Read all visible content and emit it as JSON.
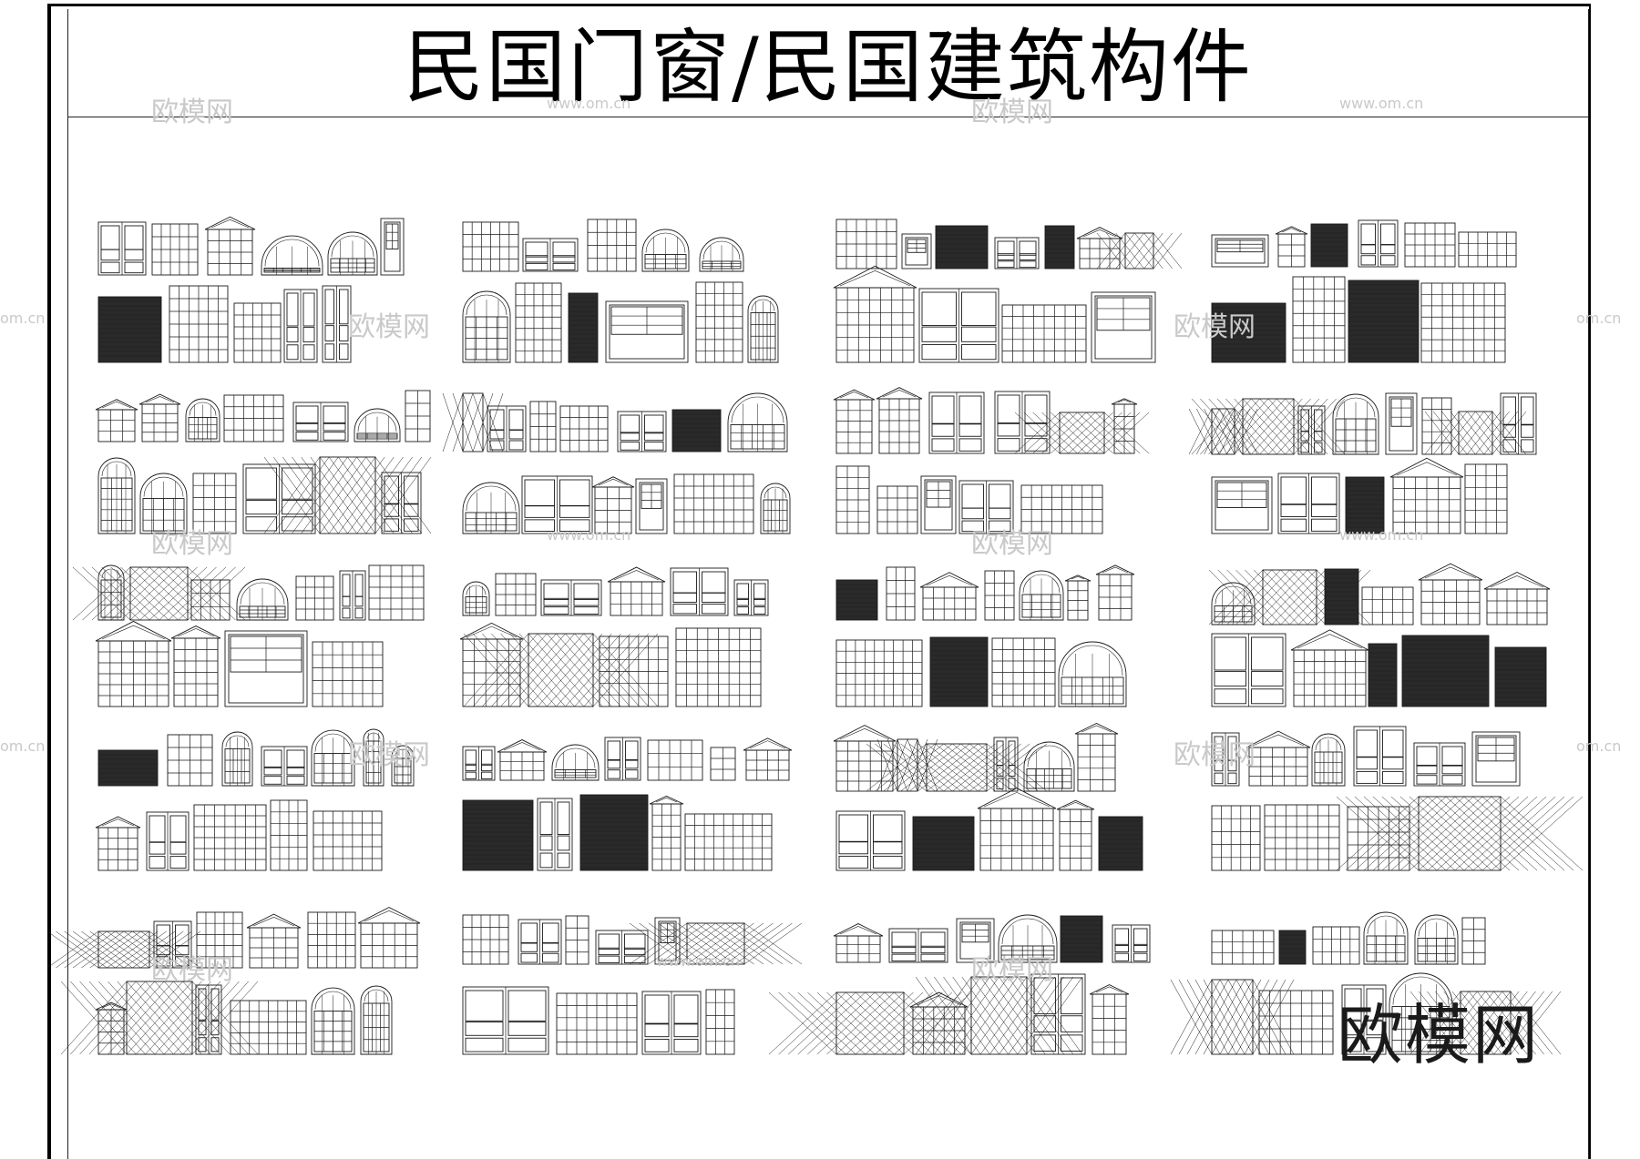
{
  "sheet": {
    "title": "民国门窗/民国建筑构件",
    "watermark_logo": "欧模网",
    "watermark_url": "www.om.cn",
    "watermark_edge": "om.cn"
  },
  "layout_grid": {
    "rows": 5,
    "columns": 4
  },
  "stroke_color": "#1a1a1a",
  "watermark_color": "#c9c9c9"
}
